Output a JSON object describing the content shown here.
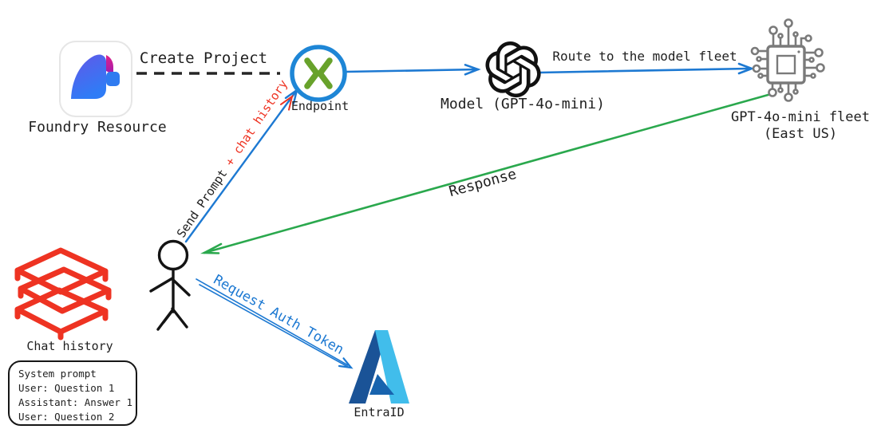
{
  "nodes": {
    "foundry": {
      "label": "Foundry Resource"
    },
    "endpoint": {
      "label": "Endpoint"
    },
    "model": {
      "label": "Model (GPT-4o-mini)"
    },
    "fleet": {
      "label": "GPT-4o-mini fleet",
      "sublabel": "(East US)"
    },
    "entra": {
      "label": "EntraID"
    },
    "chat_history": {
      "label": "Chat history"
    }
  },
  "edges": {
    "create_project": {
      "label": "Create Project",
      "style": "dashed",
      "color": "#1f1f1f"
    },
    "send_prompt": {
      "label_black": "Send Prompt ",
      "label_red": "+ chat history",
      "color": "#1d79d2",
      "accent_color": "#ee3322"
    },
    "route_to_fleet": {
      "label": "Route to the model fleet",
      "color": "#1d79d2"
    },
    "response": {
      "label": "Response",
      "color": "#2aa84d"
    },
    "request_auth": {
      "label": "Request Auth Token",
      "color": "#1d79d2"
    }
  },
  "chat_box": {
    "lines": [
      "System prompt",
      "User: Question 1",
      "Assistant: Answer 1",
      "User: Question 2"
    ]
  },
  "icons": {
    "foundry": "azure-ai-foundry-logo",
    "endpoint": "circle-x-endpoint",
    "model": "openai-logo",
    "fleet": "microchip-circuit",
    "user": "stick-figure-person",
    "entra": "azure-entra-id-logo",
    "chat_history": "red-books-stack"
  },
  "colors": {
    "arrow_blue": "#1d79d2",
    "arrow_green": "#2aa84d",
    "accent_red": "#ee3322",
    "ink": "#1f1f1f",
    "endpoint_ring": "#1e86d6",
    "endpoint_x": "#68a22b",
    "background": "#ffffff"
  }
}
